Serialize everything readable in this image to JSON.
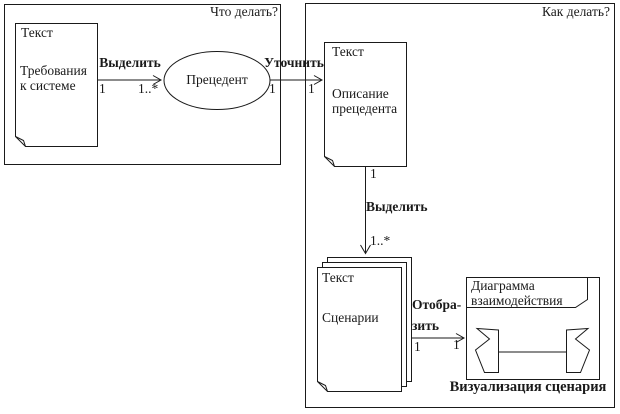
{
  "colors": {
    "ink": "#1a1a1a",
    "paper": "#ffffff"
  },
  "frames": {
    "what": {
      "title": "Что делать?"
    },
    "how": {
      "title": "Как делать?"
    }
  },
  "nodes": {
    "requirements": {
      "kind": "Текст",
      "name": "Требования\nк системе"
    },
    "use_case": {
      "label": "Прецедент"
    },
    "description": {
      "kind": "Текст",
      "name": "Описание\nпрецедента"
    },
    "scenarios": {
      "kind": "Текст",
      "name": "Сценарии"
    },
    "interaction_diagram": {
      "label": "Диаграмма\nвзаимодействия"
    },
    "visualization": {
      "caption": "Визуализация сценария"
    }
  },
  "edges": {
    "select_use_case": {
      "label": "Выделить",
      "source_mult": "1",
      "target_mult": "1..*"
    },
    "refine": {
      "label": "Уточнить",
      "source_mult": "1",
      "target_mult": "1"
    },
    "select_scenarios": {
      "label": "Выделить",
      "source_mult": "1",
      "target_mult": "1..*"
    },
    "render": {
      "label": "Отобра-\nзить",
      "source_mult": "1",
      "target_mult": "1"
    }
  }
}
